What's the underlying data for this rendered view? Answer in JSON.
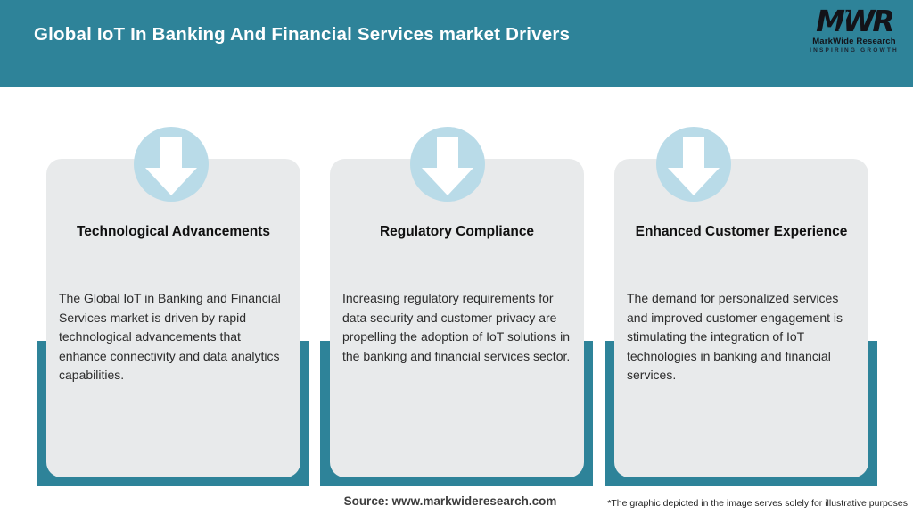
{
  "header": {
    "title": "Global IoT In Banking And Financial Services market Drivers",
    "logo": {
      "acronym": "MWR",
      "name": "MarkWide Research",
      "tagline": "INSPIRING GROWTH"
    }
  },
  "cards": [
    {
      "icon": "down-arrow-icon",
      "title": "Technological Advancements",
      "description": "The Global IoT in Banking and Financial Services market is driven by rapid technological advancements that enhance connectivity and data analytics capabilities."
    },
    {
      "icon": "down-arrow-icon",
      "title": "Regulatory Compliance",
      "description": "Increasing regulatory requirements for data security and customer privacy are propelling the adoption of IoT solutions in the banking and financial services sector."
    },
    {
      "icon": "down-arrow-icon",
      "title": "Enhanced Customer Experience",
      "description": "The demand for personalized services and improved customer engagement is stimulating the integration of IoT technologies in banking and financial services."
    }
  ],
  "footer": {
    "source": "Source: www.markwideresearch.com",
    "disclaimer": "*The graphic depicted in the image serves solely for illustrative purposes"
  },
  "colors": {
    "header_teal": "#2e8399",
    "band_teal": "#2e8399",
    "card_gray": "#e8eaeb",
    "circle_blue": "#b9dbe8",
    "title_text": "#ffffff",
    "body_text": "#2b2b2b"
  }
}
